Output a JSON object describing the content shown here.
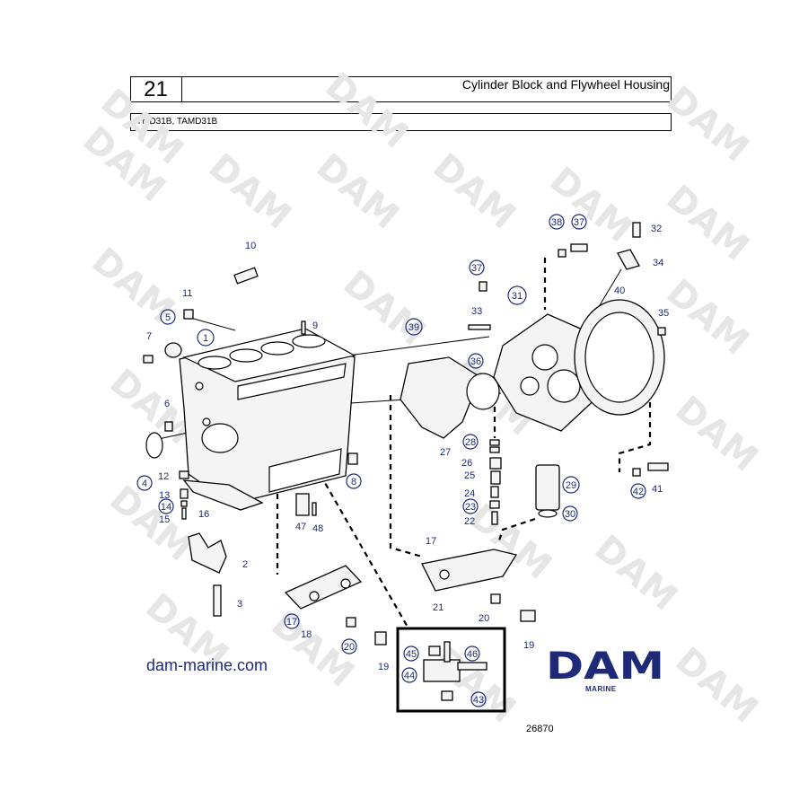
{
  "header": {
    "section_number": "21",
    "title": "Cylinder Block and Flywheel Housing",
    "models": "TMD31B, TAMD31B"
  },
  "footer": {
    "website": "dam-marine.com",
    "drawing_number": "26870",
    "logo_text": "DAM",
    "logo_subtext": "MARINE"
  },
  "watermark": {
    "text": "DAM"
  },
  "colors": {
    "label_blue": "#1e2a78",
    "watermark_gray": "#e6e6e6"
  },
  "callouts": {
    "c1": "1",
    "c2": "2",
    "c3": "3",
    "c4": "4",
    "c5": "5",
    "c6": "6",
    "c7": "7",
    "c8": "8",
    "c9": "9",
    "c10": "10",
    "c11": "11",
    "c12": "12",
    "c13": "13",
    "c14": "14",
    "c15": "15",
    "c16": "16",
    "c17a": "17",
    "c17b": "17",
    "c18": "18",
    "c19a": "19",
    "c19b": "19",
    "c20a": "20",
    "c20b": "20",
    "c21a": "21",
    "c22": "22",
    "c23": "23",
    "c24": "24",
    "c25": "25",
    "c26": "26",
    "c27": "27",
    "c28": "28",
    "c29": "29",
    "c30": "30",
    "c31": "31",
    "c32": "32",
    "c33": "33",
    "c34": "34",
    "c35": "35",
    "c36": "36",
    "c37a": "37",
    "c37b": "37",
    "c38": "38",
    "c39": "39",
    "c40": "40",
    "c41": "41",
    "c42": "42",
    "c43": "43",
    "c44": "44",
    "c45": "45",
    "c46": "46",
    "c47": "47",
    "c48": "48"
  }
}
